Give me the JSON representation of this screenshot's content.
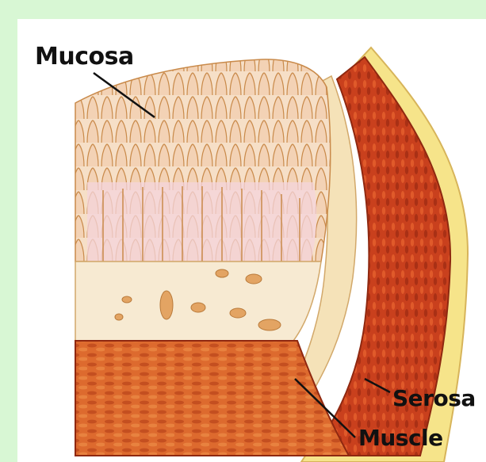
{
  "labels": {
    "mucosa": "Mucosa",
    "serosa": "Serosa",
    "muscle": "Muscle"
  },
  "colors": {
    "frame": "#d8f7d4",
    "panel": "#ffffff",
    "mucosa_fill": "#f3d8c4",
    "villi_stroke": "#c98a4a",
    "submucosa": "#f7ead2",
    "muscle": "#d9602a",
    "muscle_dark": "#b8401c",
    "outer_muscle": "#c83a1c",
    "serosa": "#f6e48a",
    "lumen_pink": "#f4d4dc"
  }
}
